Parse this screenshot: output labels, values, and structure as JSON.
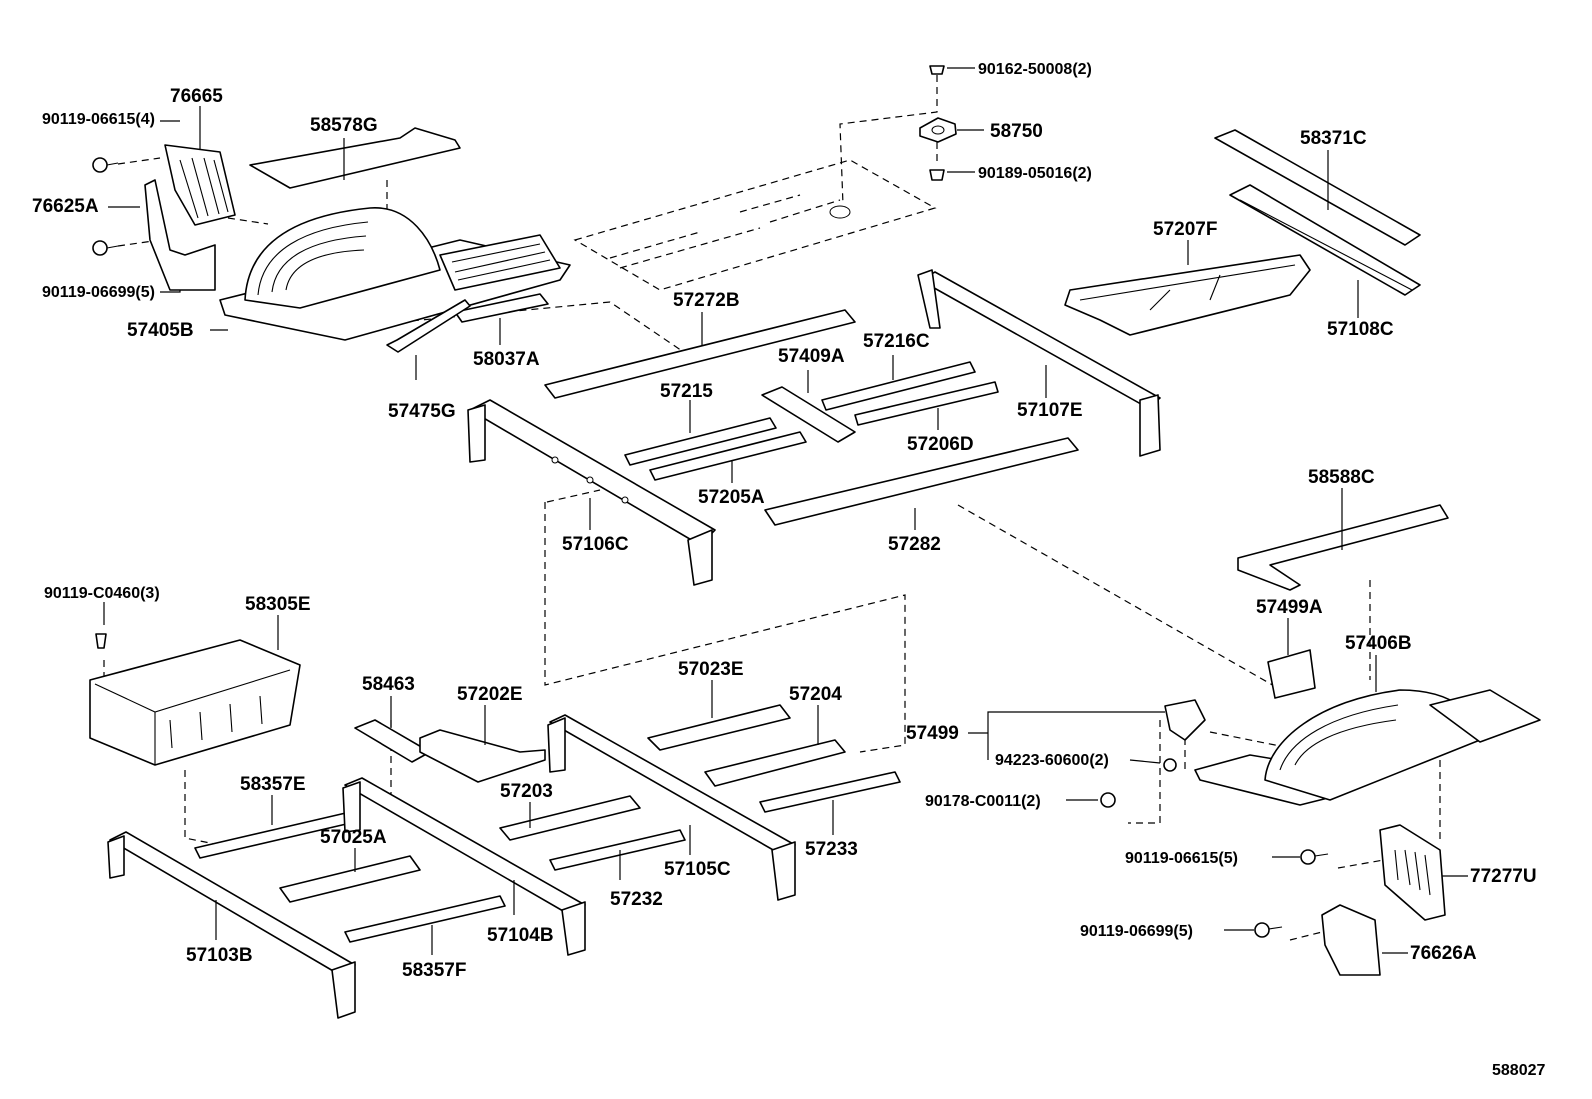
{
  "diagram_id": "588027",
  "labels": {
    "p90119_06615_4": "90119-06615(4)",
    "p76665": "76665",
    "p76625A": "76625A",
    "p90119_06699_5_left": "90119-06699(5)",
    "p58578G": "58578G",
    "p57405B": "57405B",
    "p58037A": "58037A",
    "p57475G": "57475G",
    "p90162_50008_2": "90162-50008(2)",
    "p58750": "58750",
    "p90189_05016_2": "90189-05016(2)",
    "p58371C": "58371C",
    "p57207F": "57207F",
    "p57108C": "57108C",
    "p57272B": "57272B",
    "p57409A": "57409A",
    "p57216C": "57216C",
    "p57215": "57215",
    "p57206D": "57206D",
    "p57107E": "57107E",
    "p57205A": "57205A",
    "p57106C": "57106C",
    "p57282": "57282",
    "p58588C": "58588C",
    "p57499A": "57499A",
    "p57406B": "57406B",
    "p90119_C0460_3": "90119-C0460(3)",
    "p58305E": "58305E",
    "p58463": "58463",
    "p57202E": "57202E",
    "p57023E": "57023E",
    "p57204": "57204",
    "p57499": "57499",
    "p94223_60600_2": "94223-60600(2)",
    "p90178_C0011_2": "90178-C0011(2)",
    "p58357E": "58357E",
    "p57203": "57203",
    "p57025A": "57025A",
    "p57233": "57233",
    "p57105C": "57105C",
    "p57232": "57232",
    "p57104B": "57104B",
    "p57103B": "57103B",
    "p58357F": "58357F",
    "p90119_06615_5": "90119-06615(5)",
    "p77277U": "77277U",
    "p90119_06699_5_right": "90119-06699(5)",
    "p76626A": "76626A"
  }
}
